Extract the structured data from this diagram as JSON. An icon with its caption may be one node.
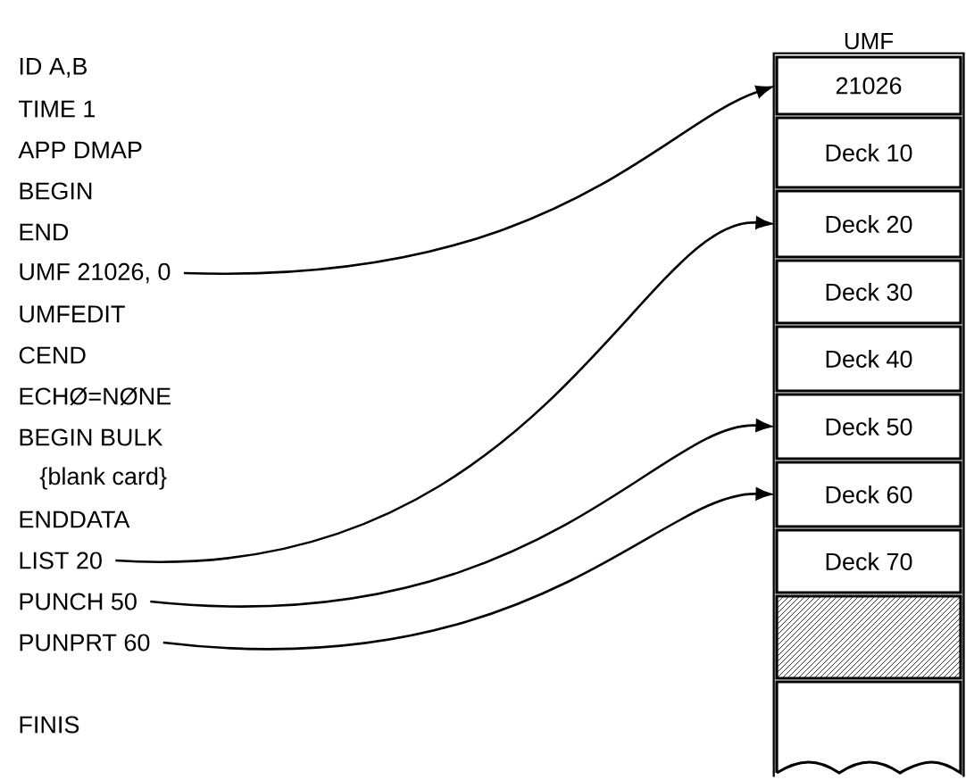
{
  "diagram": {
    "nodes": [
      {
        "text": [
          "UMF 21026, 0"
        ]
      },
      {
        "text": [
          "LIST 20"
        ]
      },
      {
        "text": [
          "PUNCH 50"
        ]
      },
      {
        "text": [
          "PUNPRT 60"
        ]
      },
      {
        "text": [
          "UMF"
        ]
      },
      {
        "text": [
          "21026"
        ],
        "in": 4
      },
      {
        "text": [
          "Deck 10"
        ],
        "in": 4
      },
      {
        "text": [
          "Deck 20"
        ],
        "in": 4
      },
      {
        "text": [
          "Deck 30"
        ],
        "in": 4
      },
      {
        "text": [
          "Deck 40"
        ],
        "in": 4
      },
      {
        "text": [
          "Deck 50"
        ],
        "in": 4
      },
      {
        "text": [
          "Deck 60"
        ],
        "in": 4
      },
      {
        "text": [
          "Deck 70"
        ],
        "in": 4
      },
      {
        "text": [],
        "shape": "box",
        "in": 4
      },
      {
        "text": [],
        "shape": "box",
        "in": 4
      }
    ],
    "edges": [
      {
        "from": 0,
        "to": 5,
        "arrow": "to"
      },
      {
        "from": 1,
        "to": 7,
        "arrow": "to"
      },
      {
        "from": 2,
        "to": 10,
        "arrow": "to"
      },
      {
        "from": 3,
        "to": 11,
        "arrow": "to"
      }
    ],
    "labels": [
      "ID A,B",
      "TIME 1",
      "APP DMAP",
      "BEGIN",
      "END",
      "UMFEDIT",
      "CEND",
      "ECHØ=NØNE",
      "BEGIN BULK",
      "{blank card}",
      "ENDDATA",
      "FINIS"
    ]
  }
}
